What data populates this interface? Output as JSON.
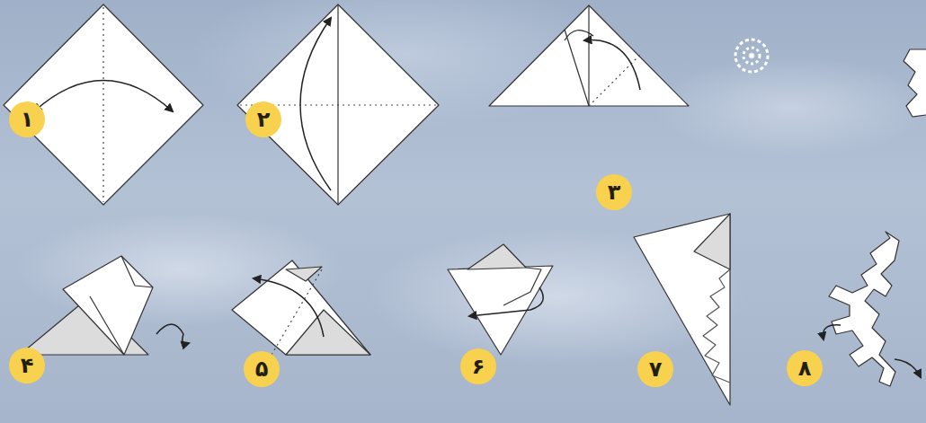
{
  "diagram": {
    "nodes": [
      {
        "text": [
          "۱"
        ]
      },
      {
        "text": [
          "۲"
        ]
      },
      {
        "text": [
          "۳"
        ]
      },
      {
        "text": [
          "۴"
        ]
      },
      {
        "text": [
          "۵"
        ]
      },
      {
        "text": [
          "۶"
        ]
      },
      {
        "text": [
          "۷"
        ]
      },
      {
        "text": [
          "۸"
        ]
      }
    ]
  }
}
